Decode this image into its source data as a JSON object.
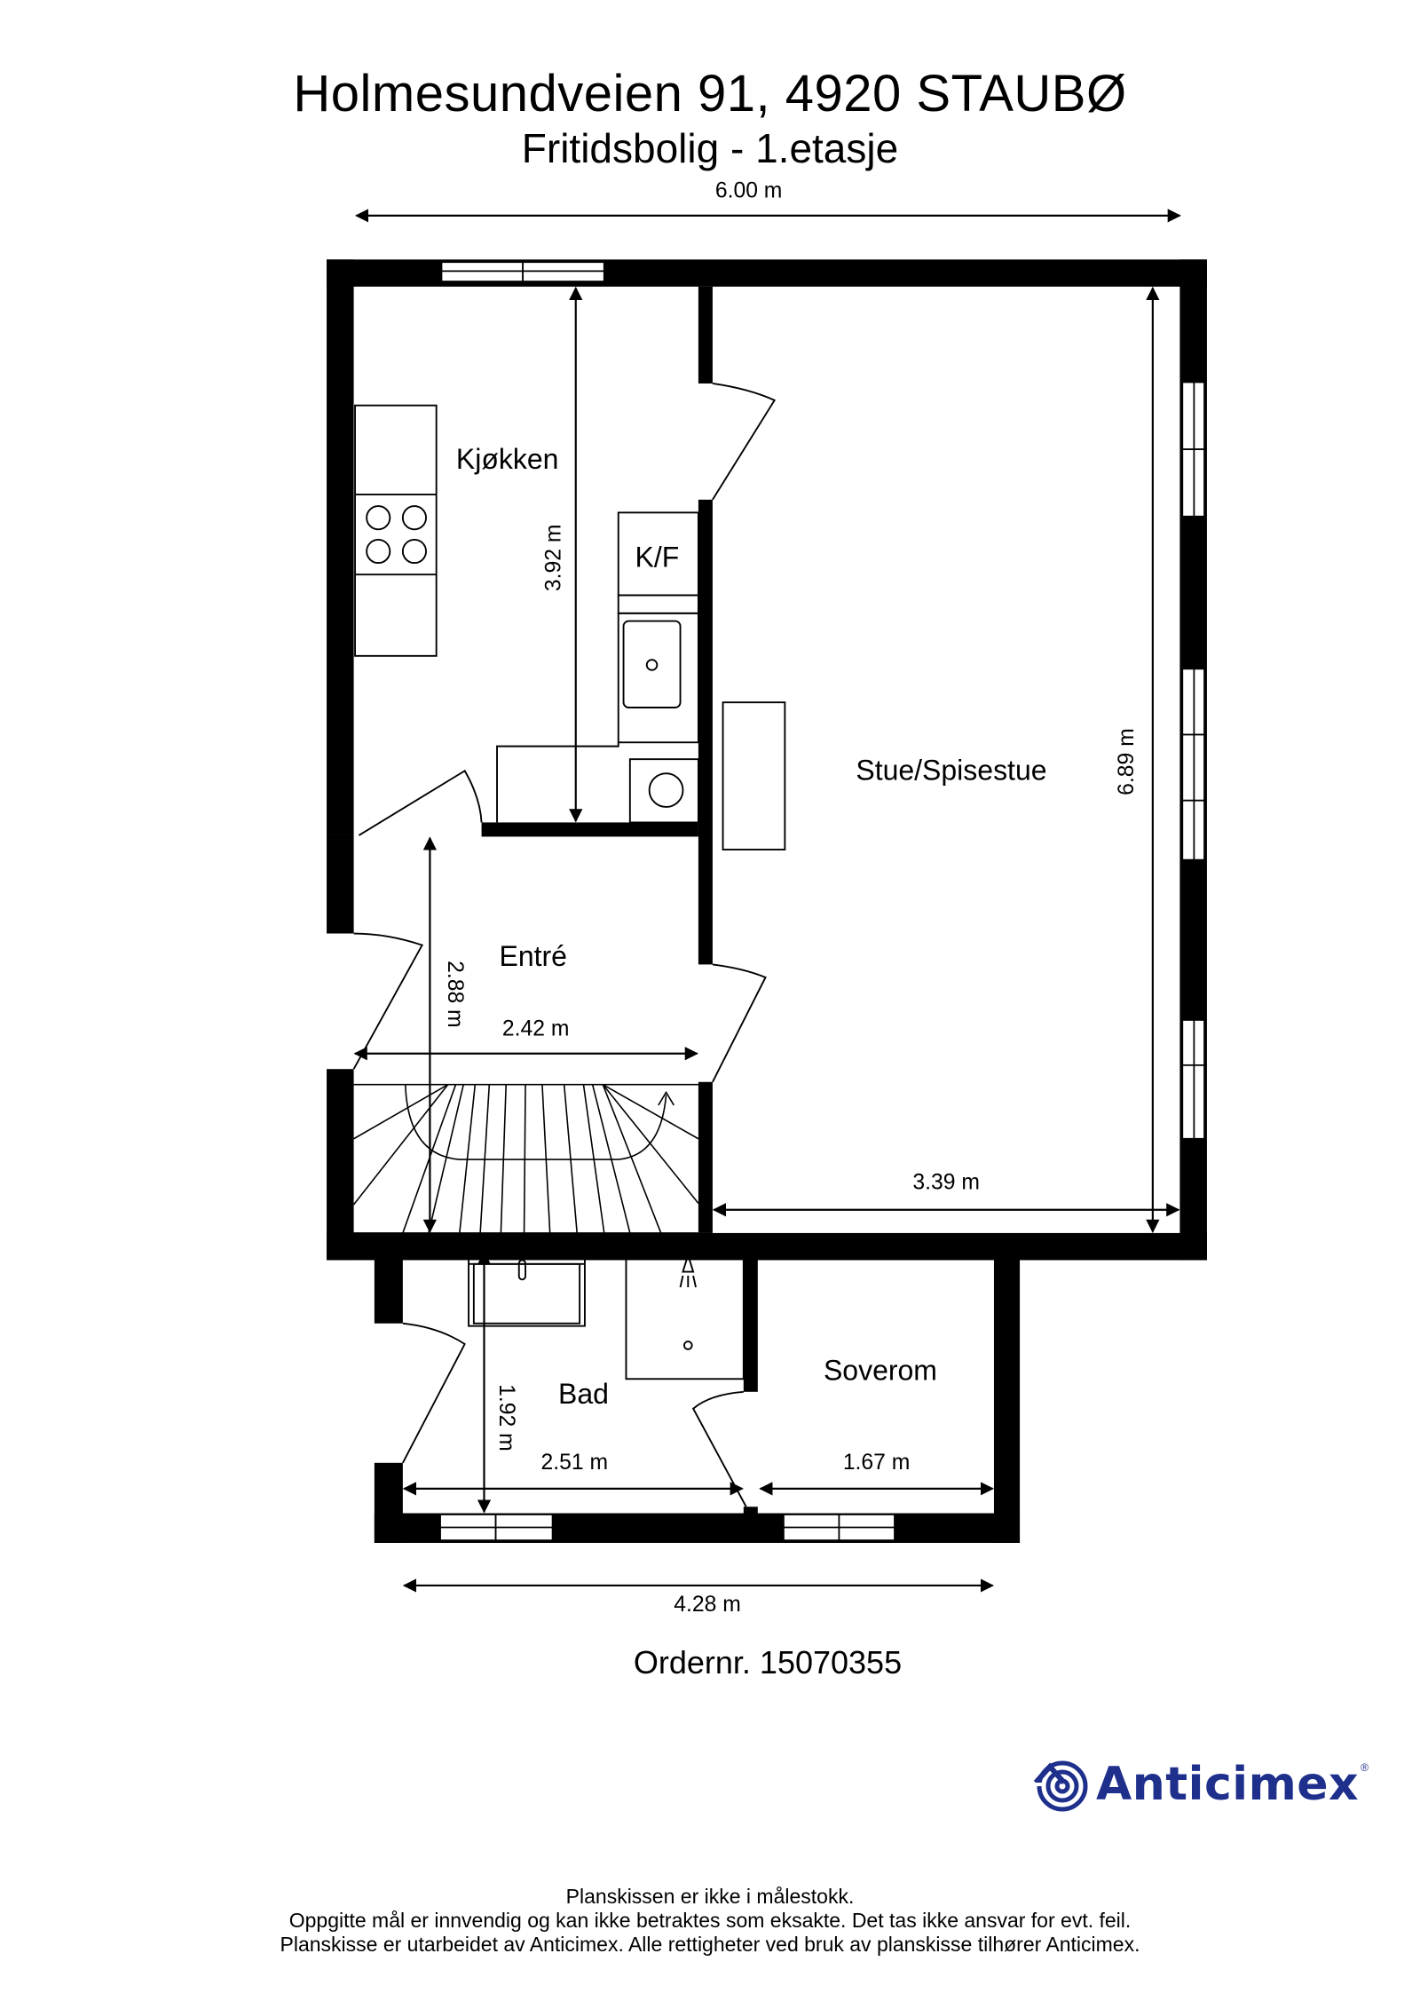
{
  "header": {
    "address": "Holmesundveien 91, 4920 STAUBØ",
    "subtitle": "Fritidsbolig  - 1.etasje"
  },
  "dimensions": {
    "total_width": "6.00 m",
    "kitchen_height": "3.92 m",
    "living_height": "6.89 m",
    "entry_height": "2.88 m",
    "entry_width": "2.42 m",
    "living_width": "3.39 m",
    "bath_height": "1.92 m",
    "bath_width": "2.51 m",
    "bedroom_width": "1.67 m",
    "lower_width": "4.28 m"
  },
  "rooms": {
    "kitchen": "Kjøkken",
    "fridge": "K/F",
    "living": "Stue/Spisestue",
    "entry": "Entré",
    "bath": "Bad",
    "bedroom": "Soverom"
  },
  "order": {
    "label": "Ordernr. 15070355"
  },
  "brand": {
    "name": "Anticimex",
    "registered": "®",
    "color": "#1e2f8c"
  },
  "footer": {
    "line1": "Planskissen er ikke i målestokk.",
    "line2": "Oppgitte mål er innvendig og kan ikke betraktes som eksakte. Det tas ikke ansvar for evt. feil.",
    "line3": "Planskisse er utarbeidet av Anticimex. Alle rettigheter ved bruk av planskisse tilhører Anticimex."
  }
}
